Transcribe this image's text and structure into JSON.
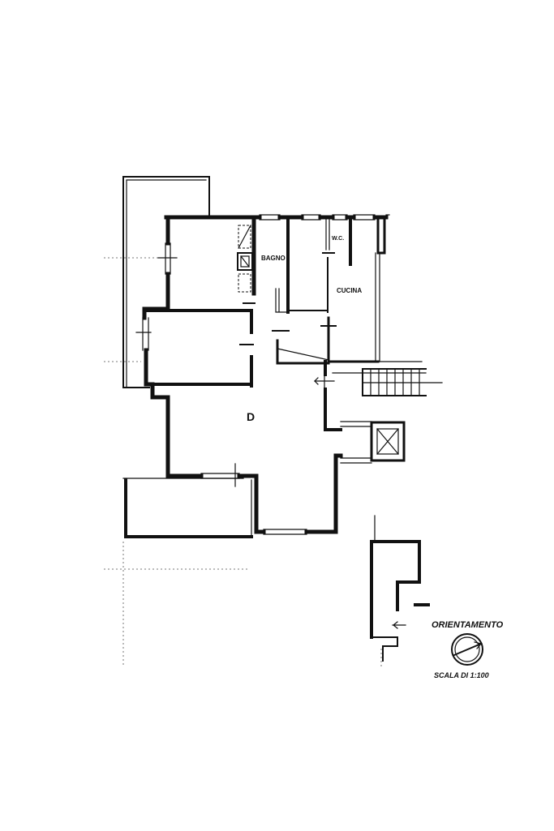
{
  "rooms": {
    "bathroom": "BAGNO",
    "wc": "W.C.",
    "kitchen": "CUCINA",
    "living_marker": "D"
  },
  "legend": {
    "orientation": "ORIENTAMENTO",
    "scale": "SCALA DI 1:100"
  },
  "colors": {
    "ink": "#111111",
    "paper": "#ffffff"
  }
}
